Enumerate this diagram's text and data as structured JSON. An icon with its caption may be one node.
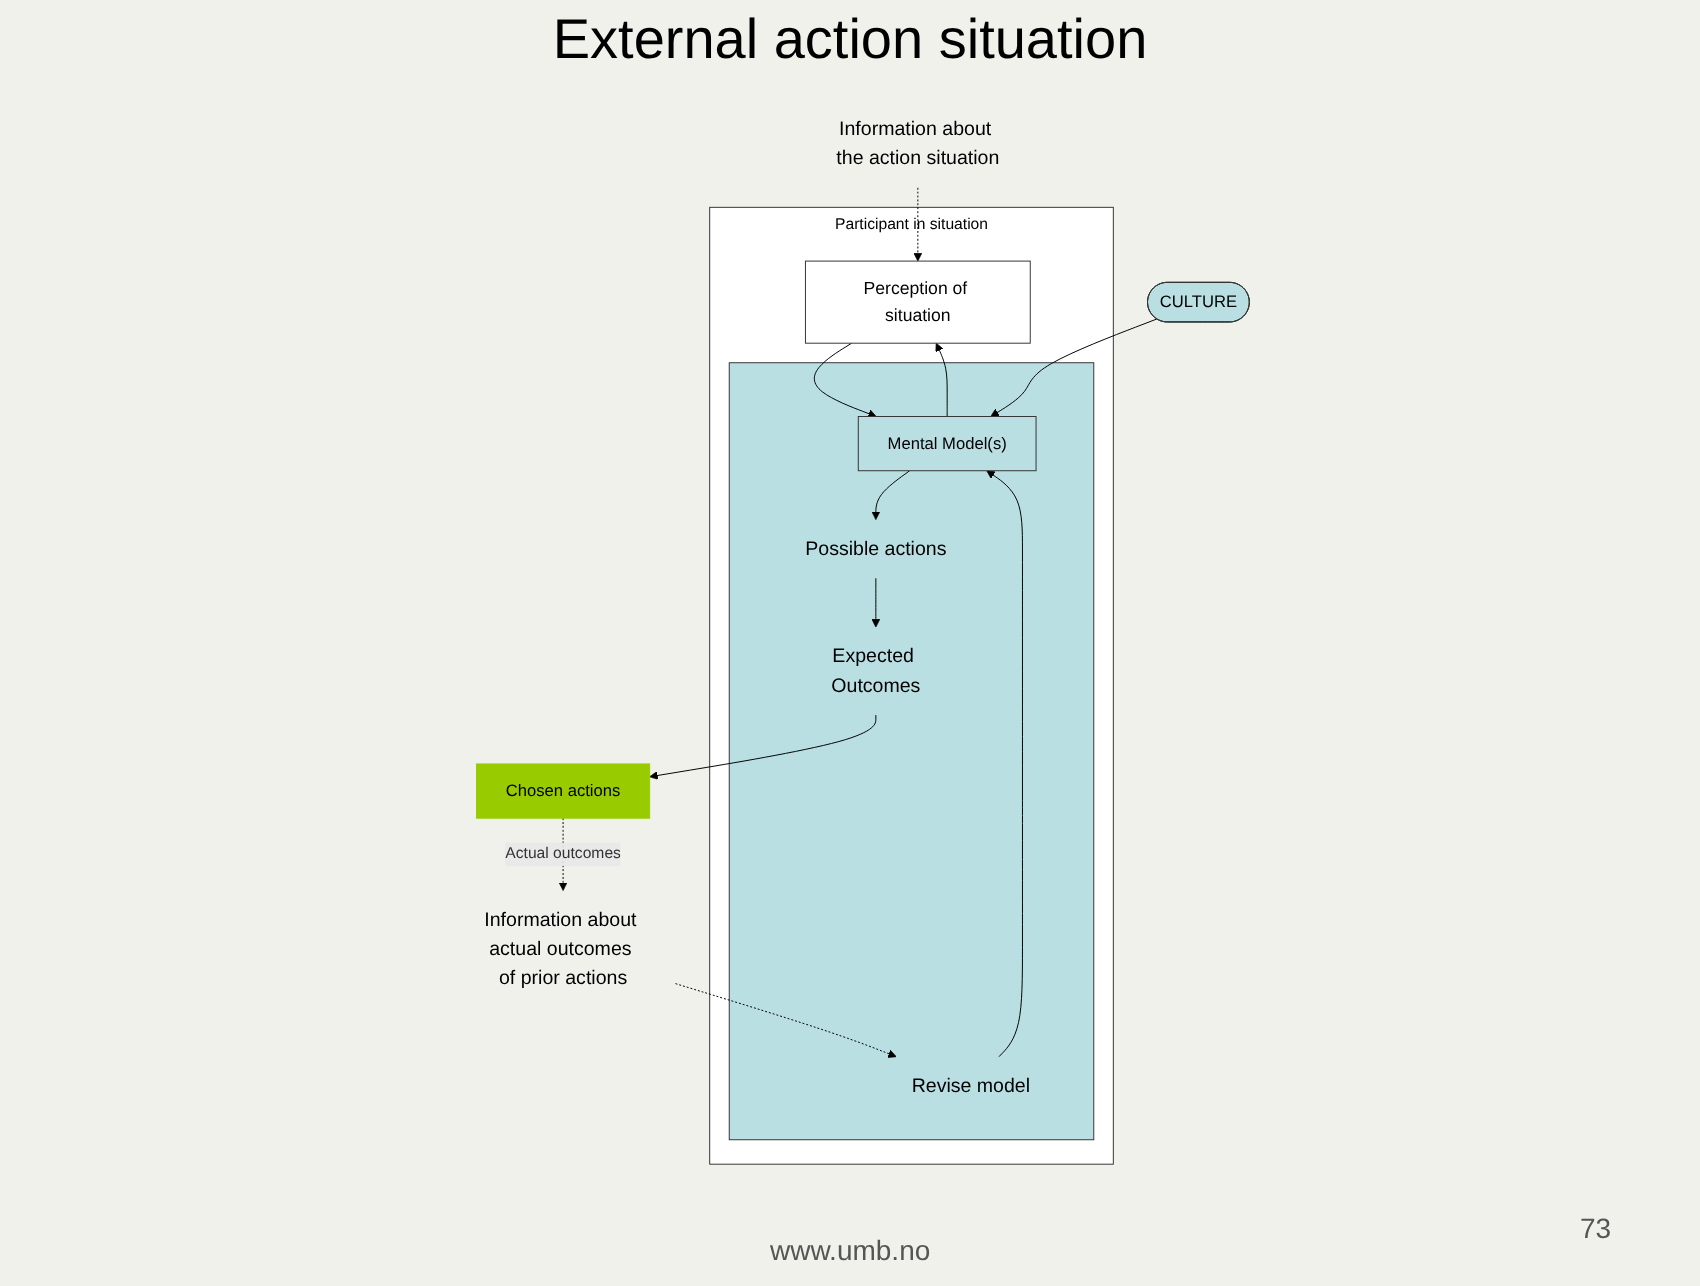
{
  "diagram": {
    "title": "External action situation",
    "nodes": [
      {
        "text": [
          "Participant in situation"
        ]
      },
      {
        "text": [
          "Information about the action situation"
        ]
      },
      {
        "text": [
          "Perception of situation"
        ],
        "in": 0
      },
      {
        "text": [
          "Information about actual outcomes of prior actions"
        ]
      },
      {
        "text": [],
        "shape": "box",
        "in": 0
      },
      {
        "text": [
          "Revise model"
        ],
        "in": 4
      },
      {
        "text": [
          "Mental Model(s)"
        ],
        "in": 4
      },
      {
        "text": [
          "Possible actions"
        ],
        "in": 4
      },
      {
        "text": [
          "Expected Outcomes"
        ],
        "in": 4
      },
      {
        "text": [
          "CULTURE"
        ]
      },
      {
        "text": [
          "Chosen actions"
        ]
      }
    ],
    "edges": [
      {
        "from": 1,
        "to": 2,
        "arrow": "to",
        "style": "dashed"
      },
      {
        "from": 3,
        "to": 5,
        "arrow": "to",
        "style": "dashed"
      },
      {
        "from": 5,
        "to": 6,
        "arrow": "to"
      },
      {
        "from": 6,
        "to": 2,
        "arrow": "to"
      },
      {
        "from": 2,
        "to": 6,
        "arrow": "to"
      },
      {
        "from": 9,
        "to": 6,
        "arrow": "to"
      },
      {
        "from": 6,
        "to": 7,
        "arrow": "to"
      },
      {
        "from": 7,
        "to": 8,
        "arrow": "to"
      },
      {
        "from": 8,
        "to": 10,
        "arrow": "to"
      },
      {
        "from": 10,
        "to": 3,
        "arrow": "to",
        "style": "dashed",
        "label": "Actual outcomes"
      }
    ],
    "labels": [
      "www.umb.no",
      "73"
    ]
  }
}
